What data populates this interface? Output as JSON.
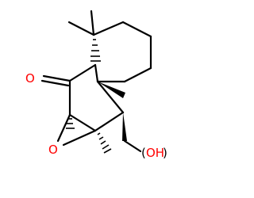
{
  "molecule": {
    "atoms": {
      "ketone_oxygen": {
        "text": "O",
        "color": "#ff0000"
      },
      "epoxide_oxygen": {
        "text": "O",
        "color": "#ff0000"
      },
      "hydroxyl_label": {
        "text": "OH",
        "color": "#ff0000"
      },
      "hydroxyl_h_paren_open": {
        "text": "(",
        "color": "#000000"
      },
      "hydroxyl_h_paren_close": {
        "text": ")",
        "color": "#000000"
      }
    },
    "colors": {
      "bond": "#000000",
      "heteroatom": "#ff0000",
      "background": "#ffffff"
    }
  }
}
